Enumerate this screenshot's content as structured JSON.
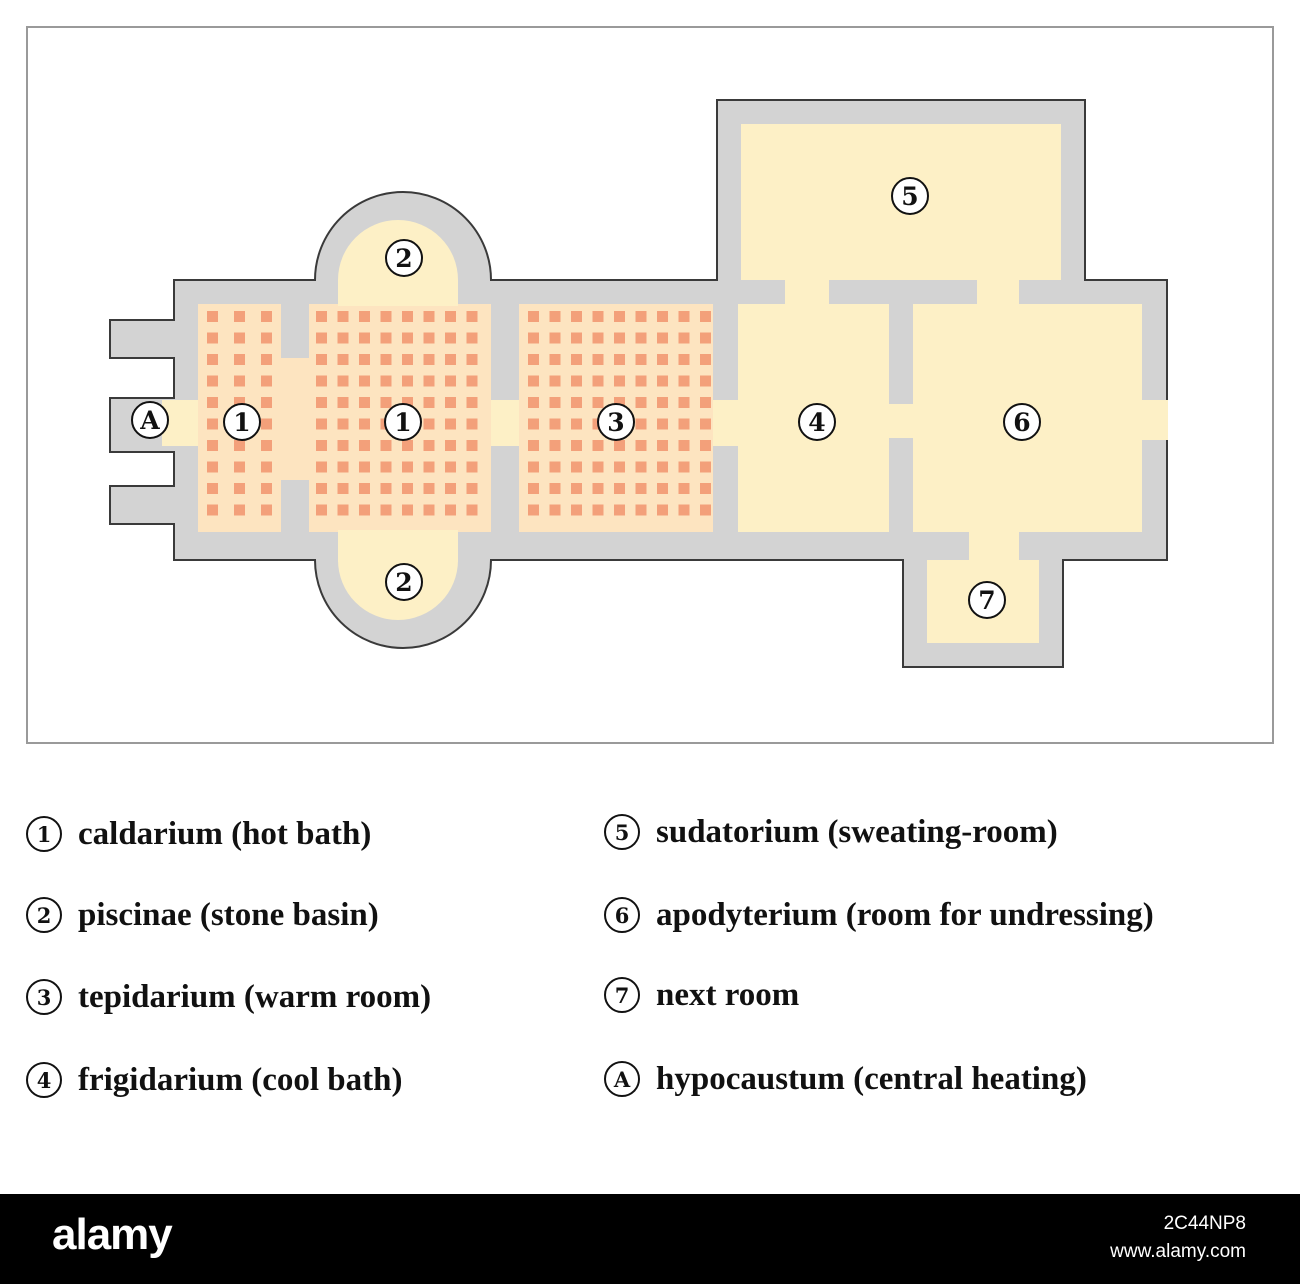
{
  "colors": {
    "wall": "#d3d3d3",
    "wall_outline": "#3a3a3a",
    "floor": "#fdf0c6",
    "heated_floor": "#fde4c0",
    "tile": "#f3a07a"
  },
  "plan": {
    "markers": [
      {
        "label": "A"
      },
      {
        "label": "1"
      },
      {
        "label": "1"
      },
      {
        "label": "2"
      },
      {
        "label": "2"
      },
      {
        "label": "3"
      },
      {
        "label": "4"
      },
      {
        "label": "5"
      },
      {
        "label": "6"
      },
      {
        "label": "7"
      }
    ]
  },
  "legend": {
    "items": [
      {
        "marker": "1",
        "label": "caldarium (hot bath)"
      },
      {
        "marker": "2",
        "label": "piscinae (stone basin)"
      },
      {
        "marker": "3",
        "label": "tepidarium (warm room)"
      },
      {
        "marker": "4",
        "label": "frigidarium (cool bath)"
      },
      {
        "marker": "5",
        "label": "sudatorium (sweating-room)"
      },
      {
        "marker": "6",
        "label": "apodyterium (room for undressing)"
      },
      {
        "marker": "7",
        "label": "next room"
      },
      {
        "marker": "A",
        "label": "hypocaustum (central heating)"
      }
    ]
  },
  "watermark": {
    "logo": "alamy",
    "image_id": "2C44NP8",
    "url": "www.alamy.com"
  }
}
